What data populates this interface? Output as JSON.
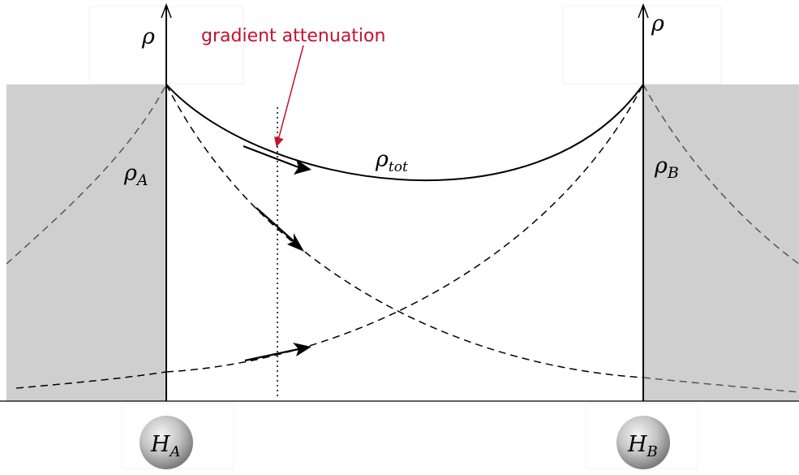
{
  "annotation": {
    "text": "gradient attenuation",
    "color": "#c8102e"
  },
  "labels": {
    "rho_left": "ρ",
    "rho_right": "ρ",
    "rho_tot_main": "ρ",
    "rho_tot_sub": "tot",
    "rho_a_main": "ρ",
    "rho_a_sub": "A",
    "rho_b_main": "ρ",
    "rho_b_sub": "B",
    "atom_a_main": "H",
    "atom_a_sub": "A",
    "atom_b_main": "H",
    "atom_b_sub": "B"
  },
  "colors": {
    "shade": "#cfcfcf",
    "curve": "#000000",
    "faded_curve": "#555555",
    "atom_light": "#f2f2f2",
    "atom_dark": "#8a8a8a"
  }
}
